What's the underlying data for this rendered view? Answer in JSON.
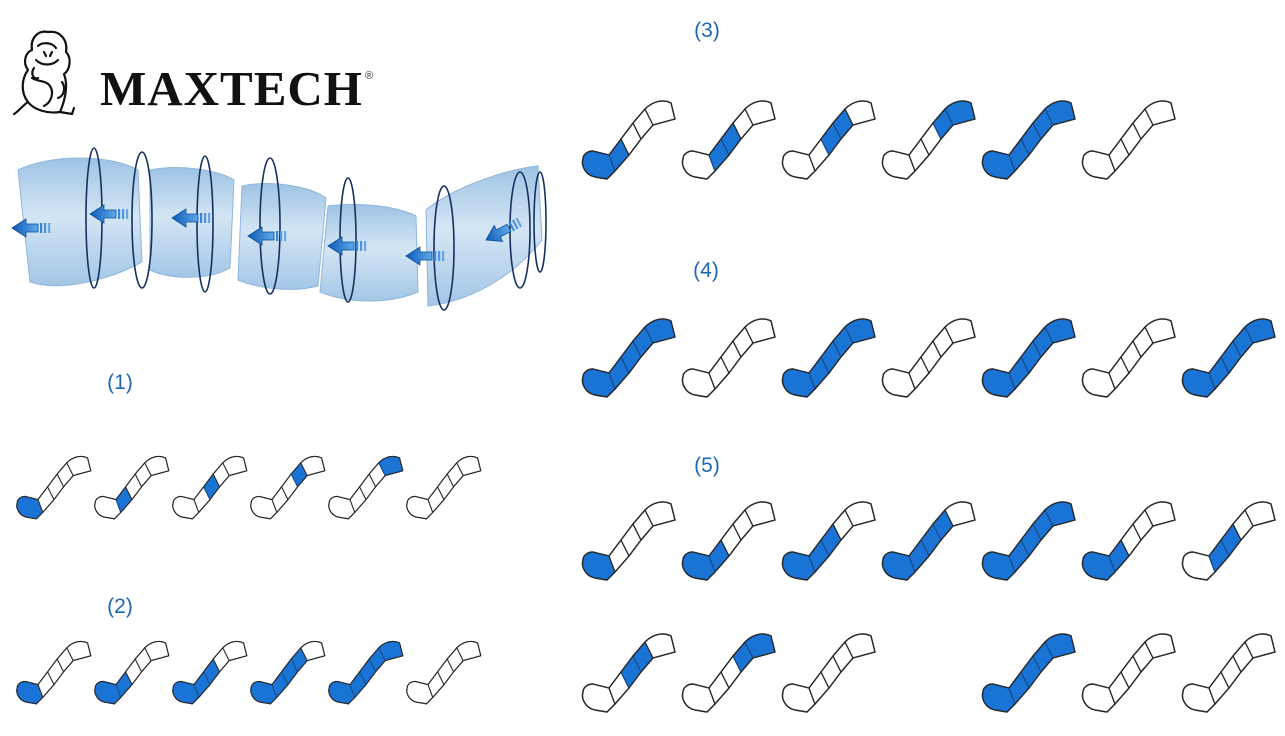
{
  "brand": {
    "name": "MAXTECH",
    "registered_mark": "®",
    "logo_icon": "lion-icon"
  },
  "colors": {
    "active_fill": "#1a74d6",
    "active_stroke": "#174e8a",
    "inactive_fill": "#ffffff",
    "outline": "#2a2a2a",
    "label_color": "#1e67b4",
    "cuff_fill": "#b6d2ea",
    "arrow": "#1f6fc8",
    "ring": "#17305e"
  },
  "flow_diagram": {
    "description_icon": "compression-wave-arrows-icon",
    "cuff_count": 6
  },
  "patterns": [
    {
      "label": "(1)",
      "rows": [
        [
          [
            1,
            0,
            0,
            0,
            0
          ],
          [
            0,
            1,
            0,
            0,
            0
          ],
          [
            0,
            0,
            1,
            0,
            0
          ],
          [
            0,
            0,
            0,
            1,
            0
          ],
          [
            0,
            0,
            0,
            0,
            1
          ],
          [
            0,
            0,
            0,
            0,
            0
          ]
        ]
      ]
    },
    {
      "label": "(2)",
      "rows": [
        [
          [
            1,
            0,
            0,
            0,
            0
          ],
          [
            1,
            1,
            0,
            0,
            0
          ],
          [
            1,
            1,
            1,
            0,
            0
          ],
          [
            1,
            1,
            1,
            1,
            0
          ],
          [
            1,
            1,
            1,
            1,
            1
          ],
          [
            0,
            0,
            0,
            0,
            0
          ]
        ]
      ]
    },
    {
      "label": "(3)",
      "rows": [
        [
          [
            1,
            1,
            0,
            0,
            0
          ],
          [
            0,
            1,
            1,
            0,
            0
          ],
          [
            0,
            0,
            1,
            1,
            0
          ],
          [
            0,
            0,
            0,
            1,
            1
          ],
          [
            1,
            1,
            1,
            1,
            1
          ],
          [
            0,
            0,
            0,
            0,
            0
          ]
        ]
      ]
    },
    {
      "label": "(4)",
      "rows": [
        [
          [
            1,
            1,
            1,
            1,
            1
          ],
          [
            0,
            0,
            0,
            0,
            0
          ],
          [
            1,
            1,
            1,
            1,
            1
          ],
          [
            0,
            0,
            0,
            0,
            0
          ],
          [
            1,
            1,
            1,
            1,
            1
          ],
          [
            0,
            0,
            0,
            0,
            0
          ],
          [
            1,
            1,
            1,
            1,
            1
          ]
        ]
      ]
    },
    {
      "label": "(5)",
      "rows": [
        [
          [
            1,
            0,
            0,
            0,
            0
          ],
          [
            1,
            1,
            0,
            0,
            0
          ],
          [
            1,
            1,
            1,
            0,
            0
          ],
          [
            1,
            1,
            1,
            1,
            0
          ],
          [
            1,
            1,
            1,
            1,
            1
          ],
          [
            1,
            1,
            0,
            0,
            0
          ],
          [
            0,
            1,
            1,
            0,
            0
          ]
        ],
        [
          [
            0,
            0,
            1,
            1,
            0
          ],
          [
            0,
            0,
            0,
            1,
            1
          ],
          [
            0,
            0,
            0,
            0,
            0
          ],
          null,
          [
            1,
            1,
            1,
            1,
            1
          ],
          [
            0,
            0,
            0,
            0,
            0
          ],
          [
            0,
            0,
            0,
            0,
            0
          ]
        ]
      ]
    }
  ]
}
